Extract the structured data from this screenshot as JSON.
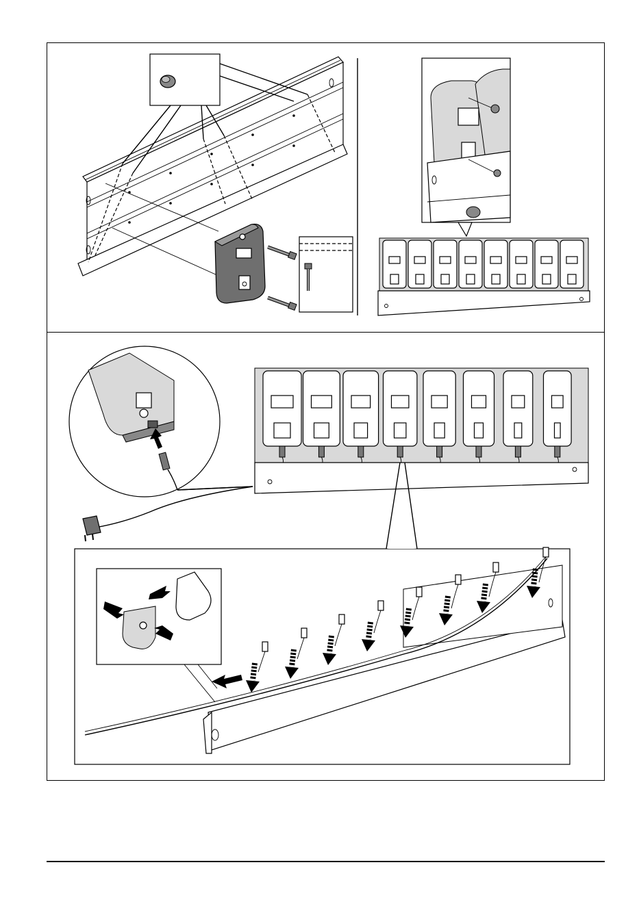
{
  "page": {
    "background": "#ffffff",
    "line_color": "#000000",
    "device_color": "#6f6f6f"
  },
  "figures": {
    "top_left": {
      "name": "wall-rail-mounting-illustration",
      "icons": [
        "wall-rail-icon",
        "bumper-pad-icon",
        "charger-icon",
        "screw-icon"
      ]
    },
    "top_right": {
      "name": "rail-with-eight-chargers-illustration",
      "icons": [
        "charger-row-icon",
        "bumper-pad-icon"
      ]
    },
    "bottom": {
      "name": "cable-routing-illustration",
      "icons": [
        "power-plug-icon",
        "cable-clip-icon",
        "arrow-down-icon",
        "connector-icon"
      ]
    }
  },
  "charger_count": 8
}
